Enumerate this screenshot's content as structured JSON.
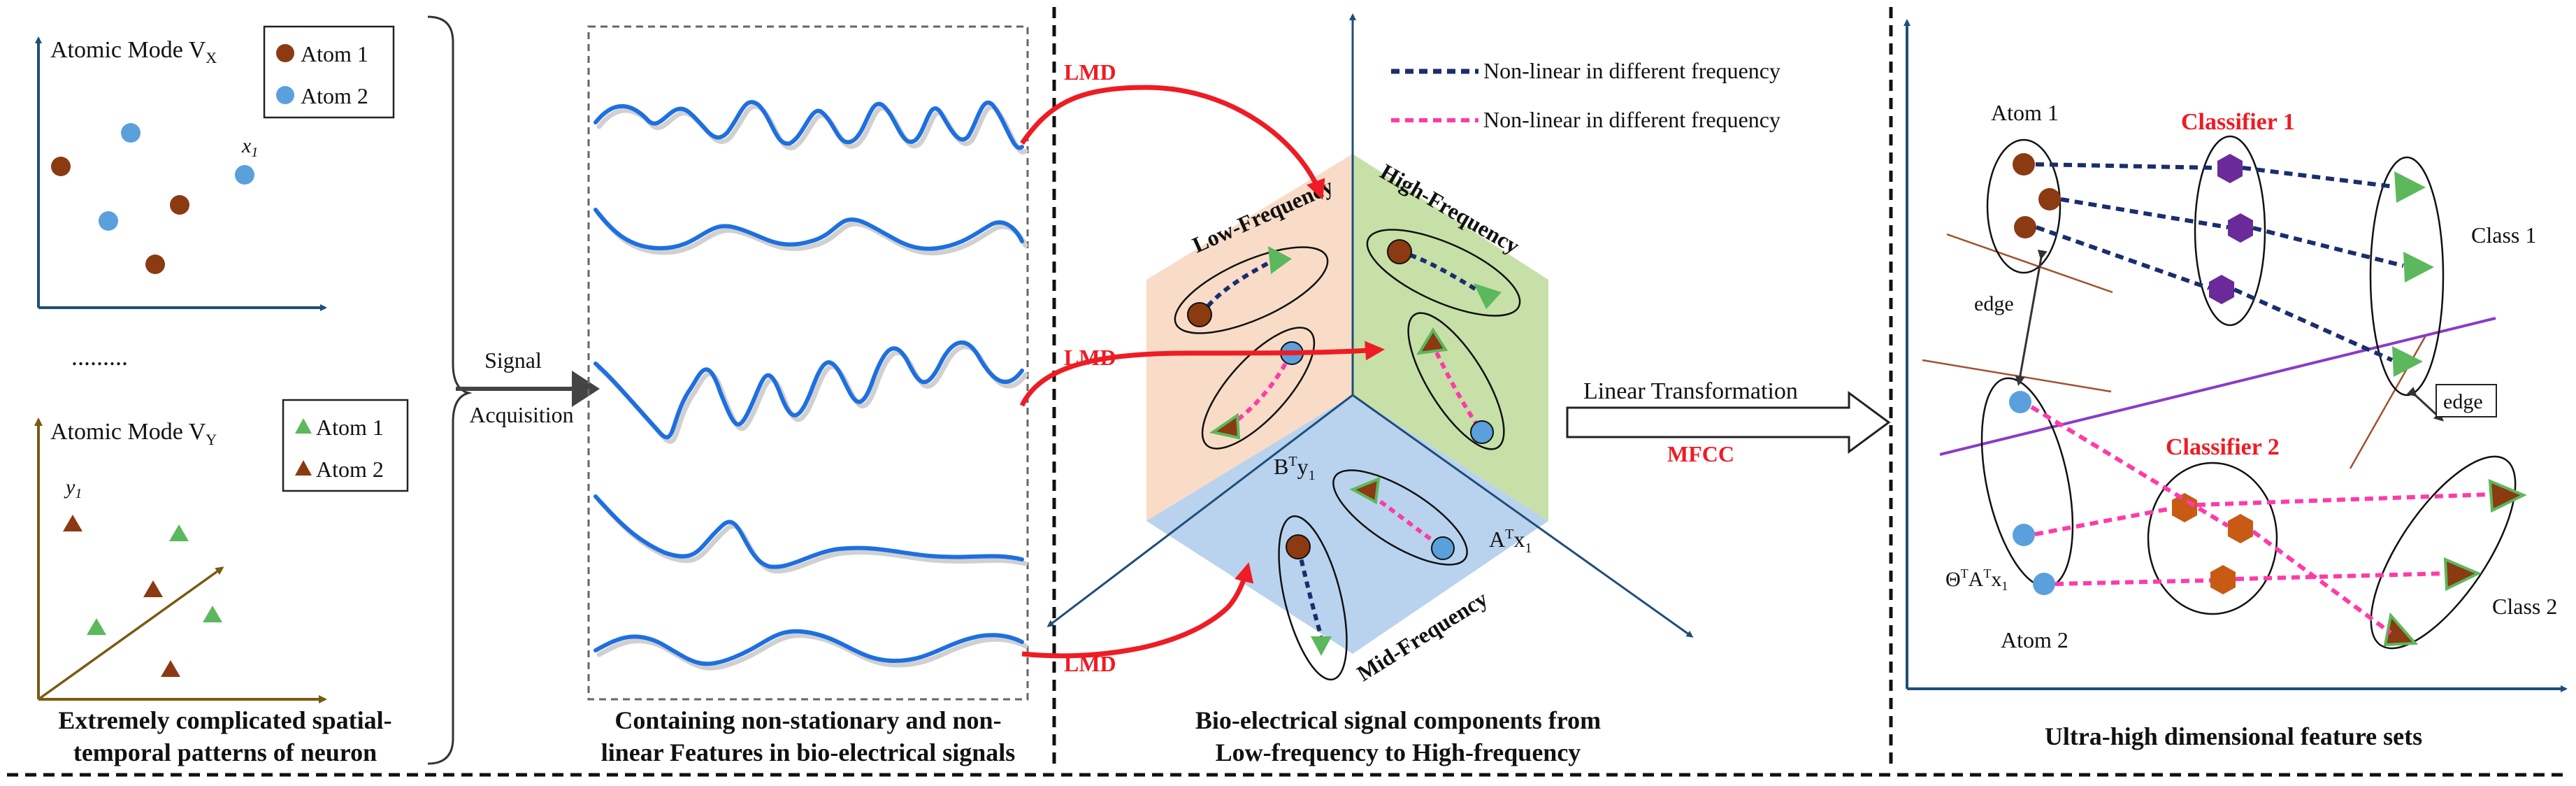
{
  "panel1": {
    "mode_vx": "Atomic Mode V",
    "mode_vx_sub": "X",
    "mode_vy": "Atomic Mode V",
    "mode_vy_sub": "Y",
    "legend_top": {
      "atom1": "Atom 1",
      "atom2": "Atom 2"
    },
    "legend_bottom": {
      "atom1": "Atom 1",
      "atom2": "Atom 2"
    },
    "x1": "x",
    "x1_sub": "1",
    "y1": "y",
    "y1_sub": "1",
    "ellipsis": ".........",
    "caption_line1": "Extremely complicated spatial-",
    "caption_line2": "temporal patterns of neuron"
  },
  "arrow_signal": {
    "line1": "Signal",
    "line2": "Acquisition"
  },
  "panel2": {
    "caption_line1": "Containing non-stationary and non-",
    "caption_line2": "linear  Features in bio-electrical signals"
  },
  "panel3": {
    "lmd1": "LMD",
    "lmd2": "LMD",
    "lmd3": "LMD",
    "legend1": "Non-linear in different frequency",
    "legend2": "Non-linear in different frequency",
    "low": "Low-Frequency",
    "high": "High-Frequency",
    "mid": "Mid-Frequency",
    "bty": "B",
    "bty_sup": "T",
    "bty_rest": "y",
    "bty_sub": "1",
    "atx": "A",
    "atx_sup": "T",
    "atx_rest": "x",
    "atx_sub": "1",
    "caption_line1": "Bio-electrical signal components from",
    "caption_line2": "Low-frequency to High-frequency"
  },
  "transform": {
    "label": "Linear Transformation",
    "mfcc": "MFCC"
  },
  "panel4": {
    "atom1": "Atom 1",
    "atom2": "Atom 2",
    "classifier1": "Classifier 1",
    "classifier2": "Classifier 2",
    "class1": "Class 1",
    "class2": "Class 2",
    "edge1": "edge",
    "edge2": "edge",
    "theta": "Θ",
    "theta_sup": "T",
    "theta_mid": "A",
    "theta_mid_sup": "T",
    "theta_rest": "x",
    "theta_sub": "1",
    "caption": "Ultra-high dimensional feature sets"
  },
  "colors": {
    "atom1": "#8b3a12",
    "atom2": "#5aa0dc",
    "triangle_green": "#5cb85c",
    "triangle_brown": "#8b3a12",
    "axis": "#1f4e79",
    "signal": "#1e6fe0",
    "lmd": "#ee1c24",
    "low_face": "#f8dcc8",
    "high_face": "#c7e0a8",
    "mid_face": "#b9d3ee",
    "pink": "#ff3aa8",
    "navy": "#1a2e6e",
    "classifier1": "#6a2a9a",
    "classifier2": "#c85a14",
    "purple_line": "#8a3cc8"
  }
}
